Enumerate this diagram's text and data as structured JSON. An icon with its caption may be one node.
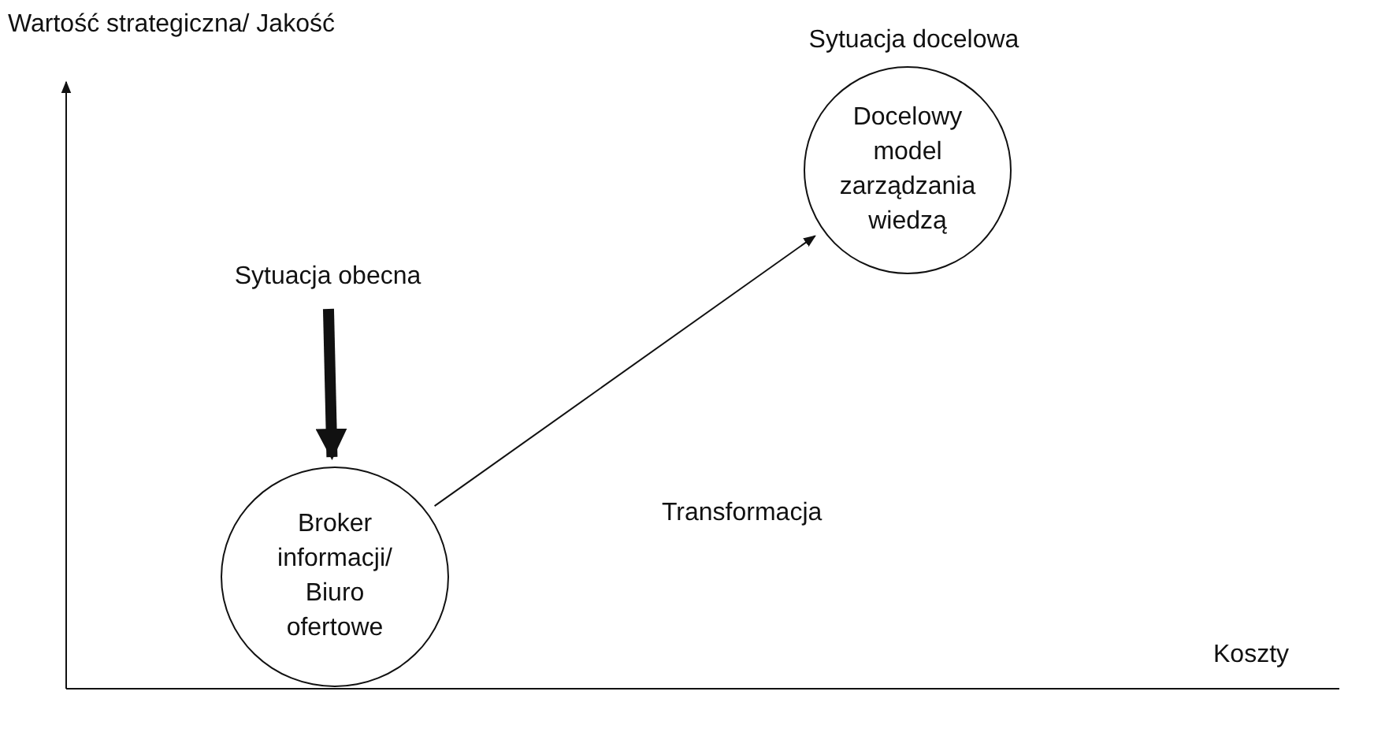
{
  "diagram": {
    "nodes": [
      {
        "text": [
          "Sytuacja obecna"
        ]
      },
      {
        "text": [
          "Broker informacji/ Biuro ofertowe"
        ]
      },
      {
        "text": [
          "Docelowy model zarządzania wiedzą"
        ],
        "beside": [
          "Sytuacja docelowa"
        ]
      }
    ],
    "edges": [
      {
        "from": 0,
        "to": 1,
        "arrow": "to",
        "style": "thick"
      },
      {
        "from": 1,
        "to": 2,
        "arrow": "to"
      }
    ],
    "labels": [
      "Wartość strategiczna/ Jakość",
      "Transformacja",
      "Koszty"
    ]
  }
}
